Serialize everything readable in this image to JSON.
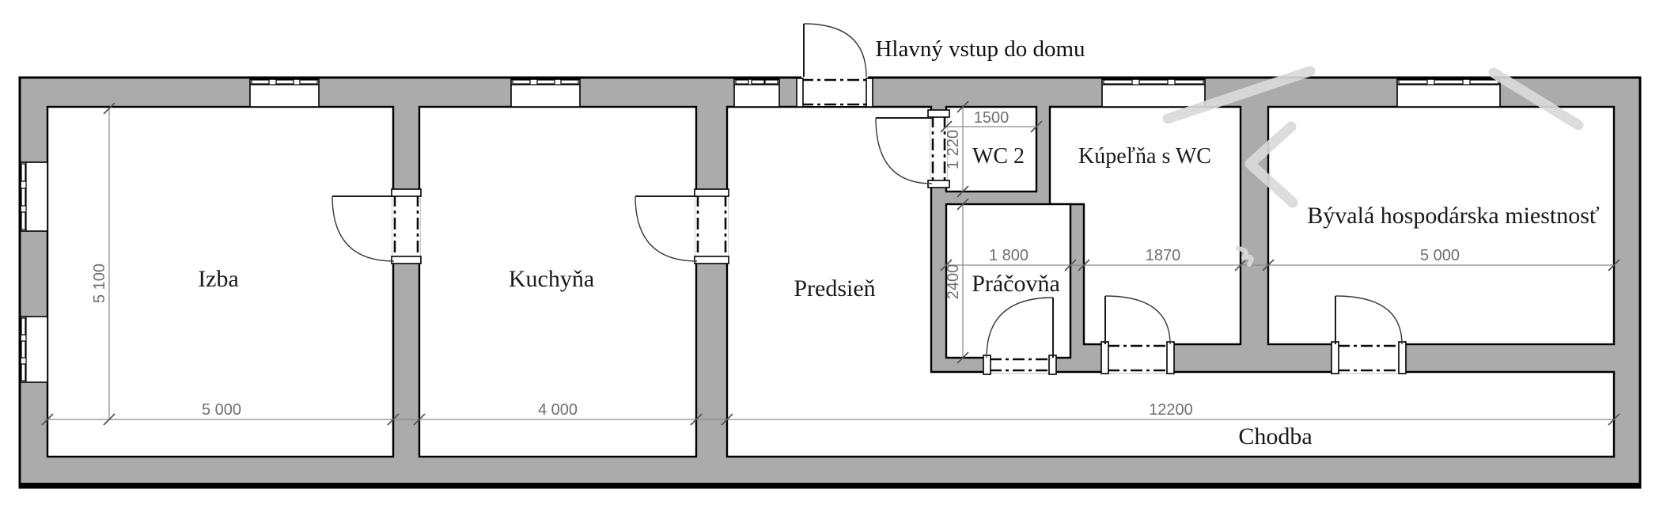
{
  "plan": {
    "annotation": "Hlavný vstup do domu",
    "rooms": {
      "izba": {
        "label": "Izba",
        "width": "5 000",
        "height": "5 100"
      },
      "kuchyna": {
        "label": "Kuchyňa",
        "width": "4 000"
      },
      "predsien": {
        "label": "Predsieň"
      },
      "wc2": {
        "label": "WC 2",
        "width": "1500",
        "height": "1 220"
      },
      "kupelna": {
        "label": "Kúpeľňa s WC",
        "width": "1870"
      },
      "pracovna": {
        "label": "Práčovňa",
        "width": "1 800",
        "height": "2400"
      },
      "byvala": {
        "label": "Bývalá hospodárska miestnosť",
        "width": "5 000"
      },
      "chodba": {
        "label": "Chodba",
        "width": "12200"
      }
    },
    "colors": {
      "wall": "#ababab",
      "dimension": "#6f6f6f",
      "outline": "#000000",
      "watermark": "#d9d9d9"
    }
  }
}
